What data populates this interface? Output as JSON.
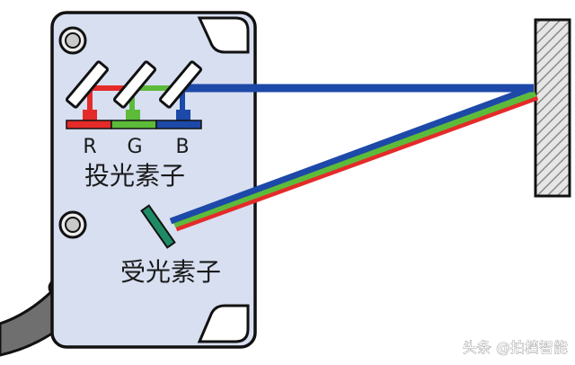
{
  "diagram": {
    "channel_labels": [
      "R",
      "G",
      "B"
    ],
    "emitter_label": "投光素子",
    "receiver_label": "受光素子",
    "watermark": "头条 @拍档智能",
    "colors": {
      "red": "#e52a2a",
      "green": "#5dbb3a",
      "blue": "#1d49a8",
      "receiver": "#1f8a66",
      "housing": "#d7dff1",
      "outline": "#111111"
    }
  }
}
